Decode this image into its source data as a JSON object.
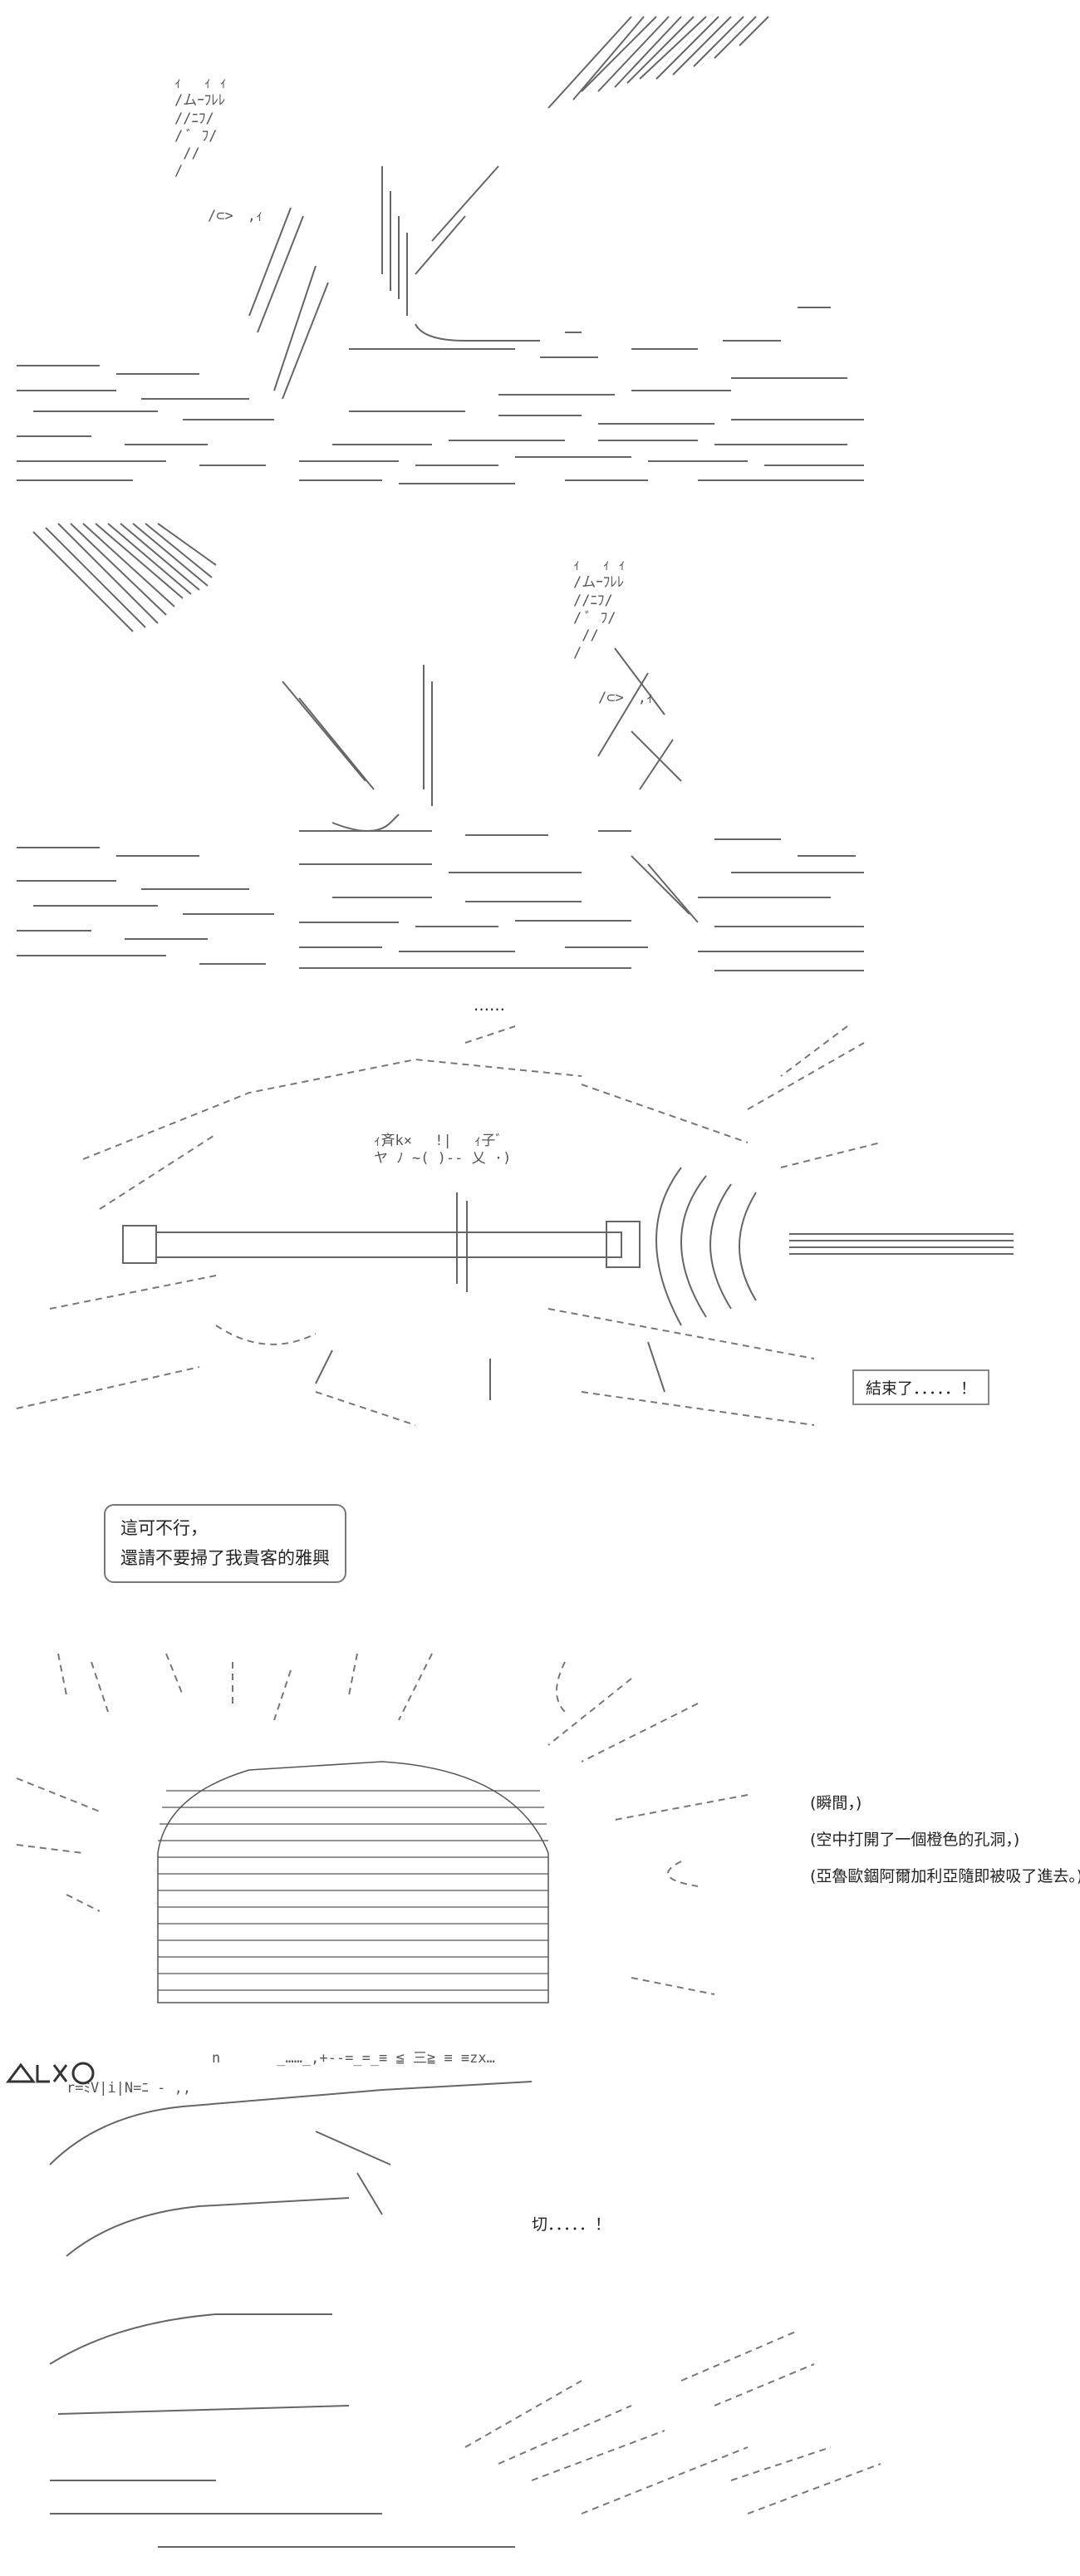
{
  "panel1": {
    "aa_text": "ｨ　 ｨ ｨ\n/ムｰﾌﾚﾚ\n//ﾆﾌ/\n/ ﾞ ﾌ/\n //\n/",
    "aa_text2": "/⊂>　,ｨ"
  },
  "panel2": {
    "aa_text": "ｨ　 ｨ ｨ\n/ムｰﾌﾚﾚ\n//ﾆﾌ/\n/ ﾞ ﾌ/\n //\n/",
    "aa_text2": "/⊂>　,ｨ"
  },
  "dots": "……",
  "panel3": {
    "box_text": "結束了．．．．．！",
    "aa_face": "ｨ斉k×　 !|　 ｨ子ﾞ\nヤ ﾉ ~( )-‐ 乂 ·)"
  },
  "bubble1": {
    "line1": "這可不行，",
    "line2": "還請不要掃了我貴客的雅興"
  },
  "panel4": {
    "caption1": "(瞬間，)",
    "caption2": "(空中打開了一個橙色的孔洞，)",
    "caption3": "(亞魯歐錮阿爾加利亞隨即被吸了進去。)"
  },
  "panel5": {
    "caption": "切．．．．．！",
    "aa_top": "n　　　　_……_,+‐‐=_=_≡ ≦ 三≧ ≡ ≡zx…",
    "aa_line": "r=ﾐV|i|N=ﾆ ‐ ,,"
  }
}
